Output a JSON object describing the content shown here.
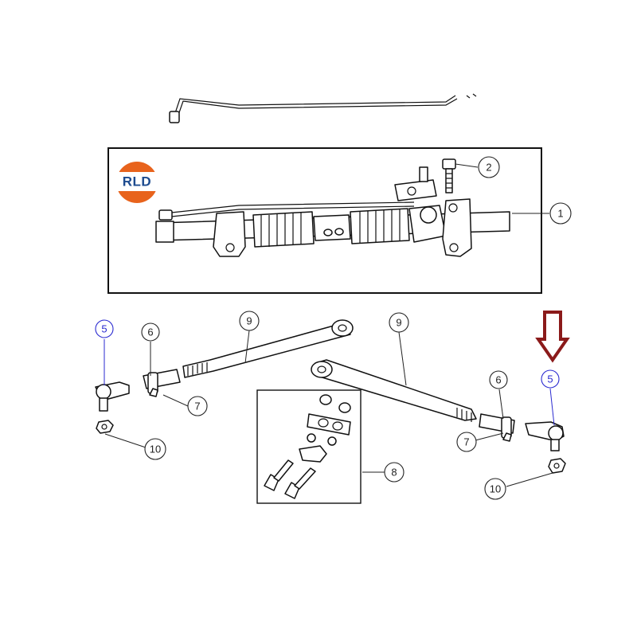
{
  "logo": {
    "text": "RLD",
    "colors": {
      "top": "#e8631c",
      "bottom": "#e8631c",
      "band": "#ffffff",
      "text": "#1d4b8f"
    }
  },
  "highlight": {
    "arrow_color": "#8b1a1a",
    "callout_color": "#2a2ad0",
    "target_part": "5"
  },
  "callouts": {
    "c1": "1",
    "c2": "2",
    "c5_left": "5",
    "c5_right": "5",
    "c6_left": "6",
    "c6_right": "6",
    "c7_left": "7",
    "c7_right": "7",
    "c8": "8",
    "c9_left": "9",
    "c9_right": "9",
    "c10_left": "10",
    "c10_right": "10"
  }
}
